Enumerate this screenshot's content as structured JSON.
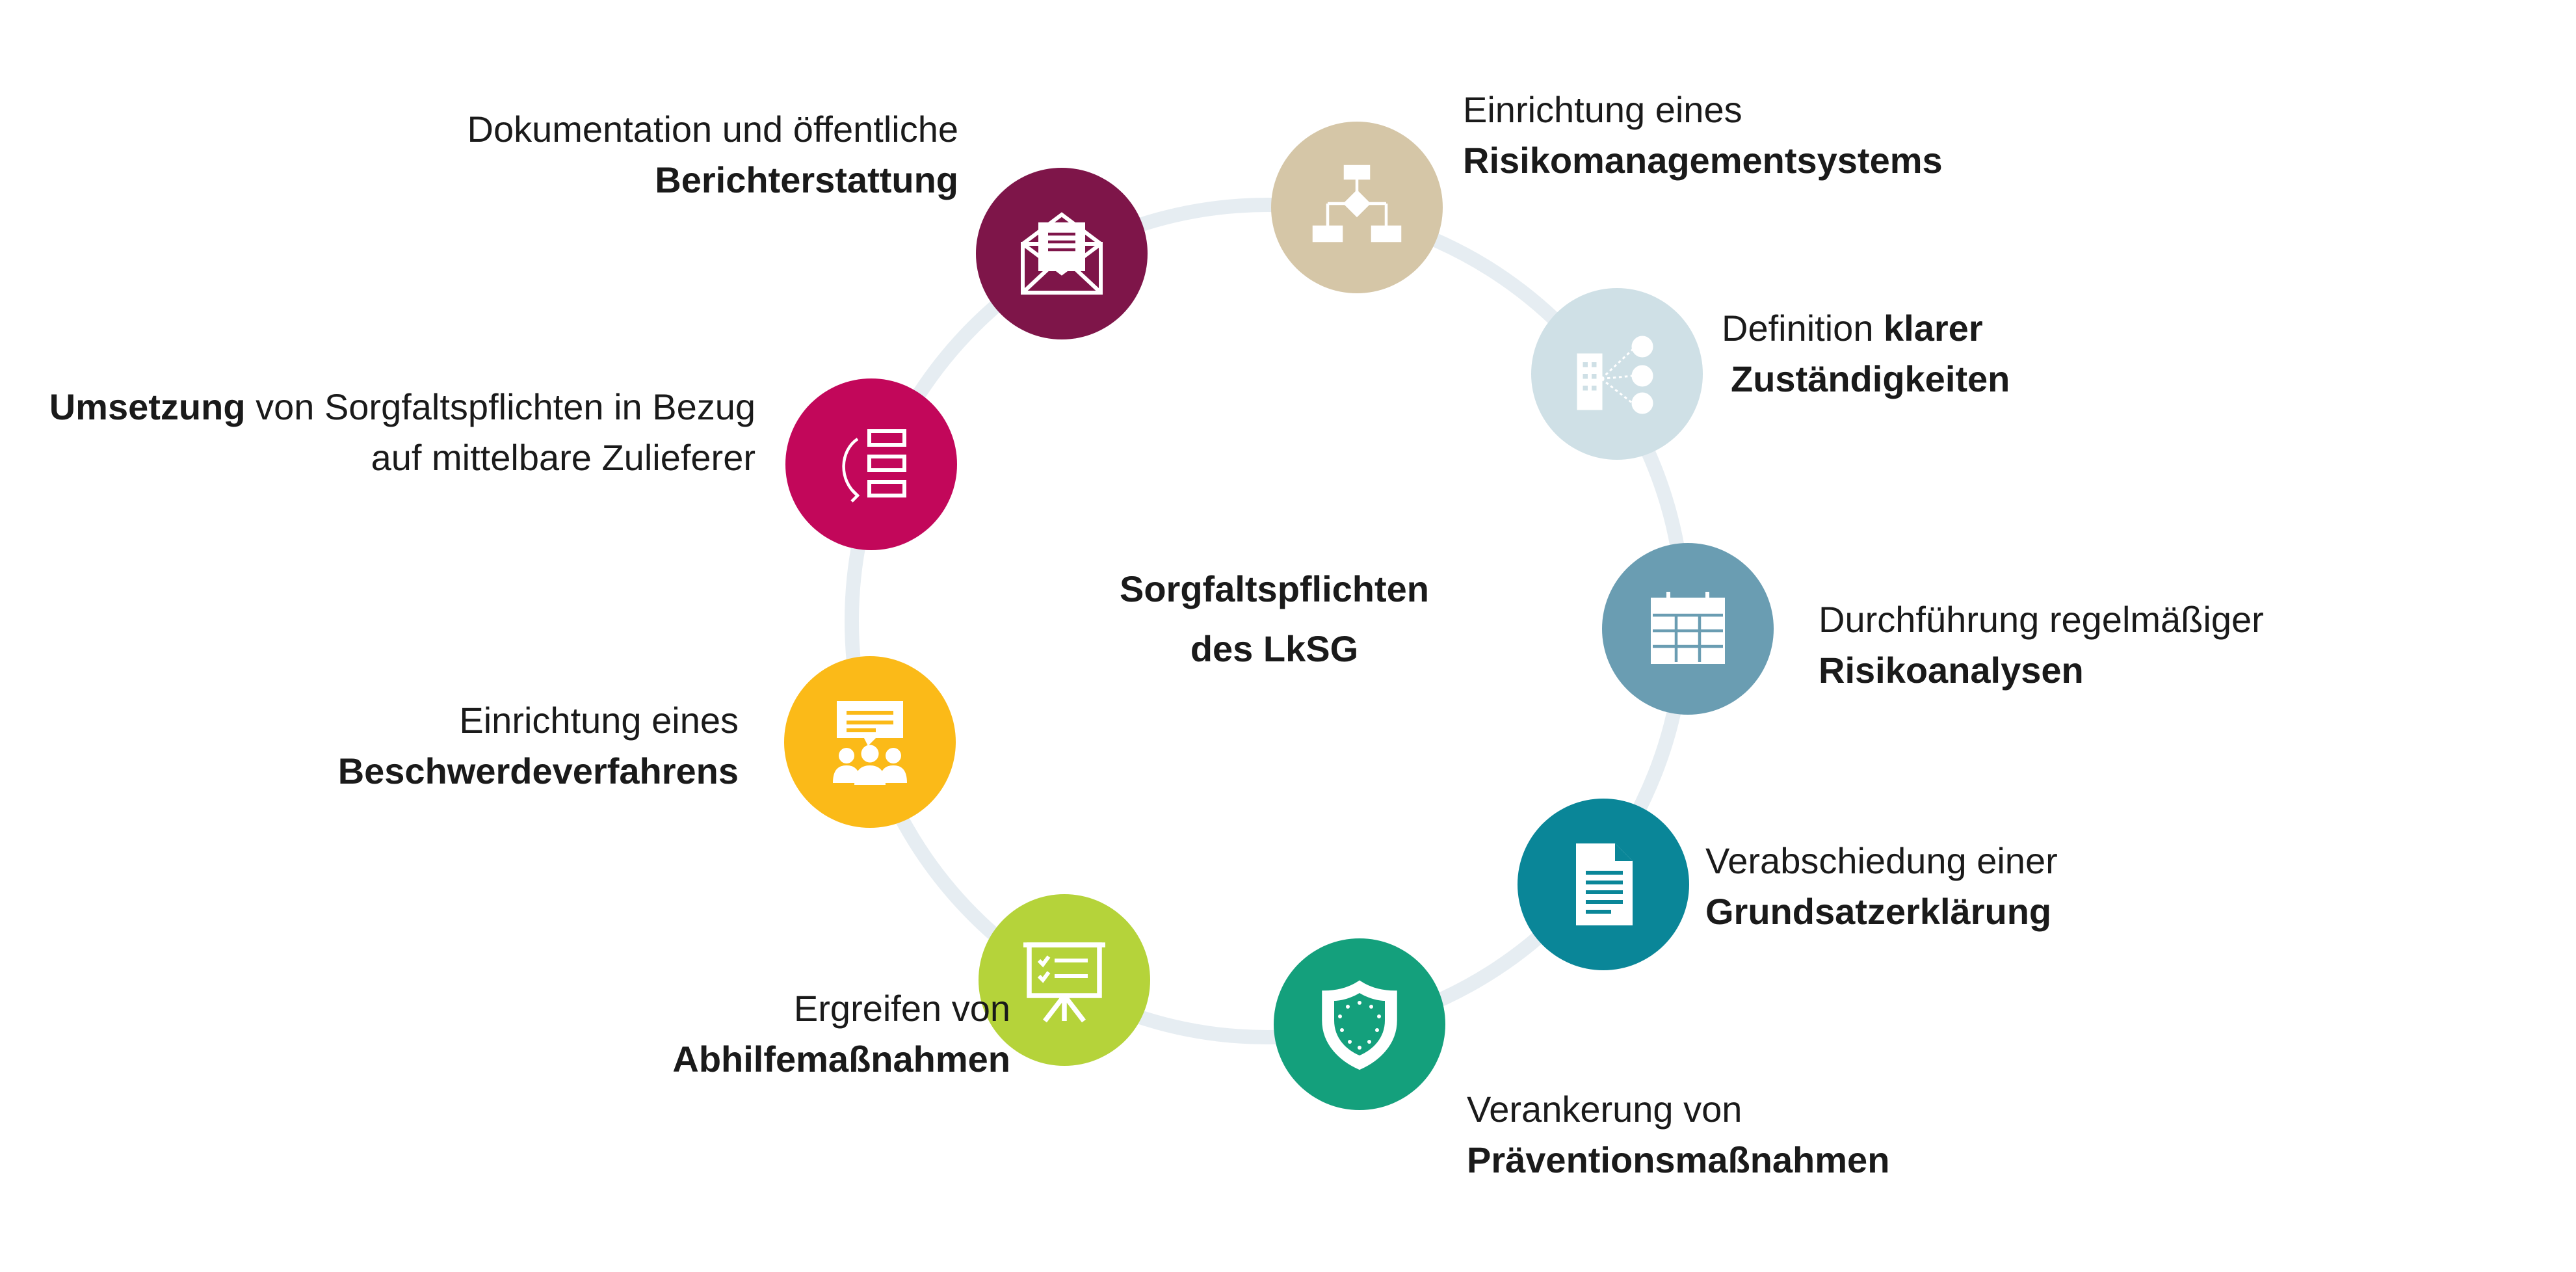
{
  "center_title": {
    "line1": "Sorgfaltspflichten",
    "line2": "des LkSG"
  },
  "colors": {
    "ring": "#e6edf2",
    "risk_management": "#d5c6a7",
    "responsibilities": "#cfe0e6",
    "risk_analysis": "#6a9db2",
    "policy_statement": "#0a8698",
    "prevention": "#14a07c",
    "remedy": "#b5d33a",
    "complaint": "#fbba18",
    "indirect_suppliers": "#c2075a",
    "reporting": "#7e1549"
  },
  "items": {
    "risk_management": {
      "icon": "flowchart-icon",
      "pre": "Einrichtung eines",
      "bold": "Risikomanagementsystems"
    },
    "responsibilities": {
      "icon": "organization-people-icon",
      "pre": "Definition ",
      "bold": "klarer",
      "line2": "Zuständigkeiten"
    },
    "risk_analysis": {
      "icon": "calendar-icon",
      "pre": "Durchführung regelmäßiger",
      "bold": "Risikoanalysen"
    },
    "policy_statement": {
      "icon": "document-icon",
      "pre": "Verabschiedung einer",
      "bold": "Grundsatzerklärung"
    },
    "prevention": {
      "icon": "shield-icon",
      "pre": "Verankerung von",
      "bold": "Präventionsmaßnahmen"
    },
    "remedy": {
      "icon": "presentation-board-icon",
      "pre": "Ergreifen von",
      "bold": "Abhilfemaßnahmen"
    },
    "complaint": {
      "icon": "speech-group-icon",
      "pre": "Einrichtung eines",
      "bold": "Beschwerdeverfahrens"
    },
    "indirect_suppliers": {
      "icon": "supply-chain-icon",
      "bold": "Umsetzung",
      "post": " von Sorgfaltspflichten in Bezug",
      "line2": "auf mittelbare Zulieferer"
    },
    "reporting": {
      "icon": "envelope-report-icon",
      "pre": "Dokumentation und öffentliche",
      "bold": "Berichterstattung"
    }
  }
}
